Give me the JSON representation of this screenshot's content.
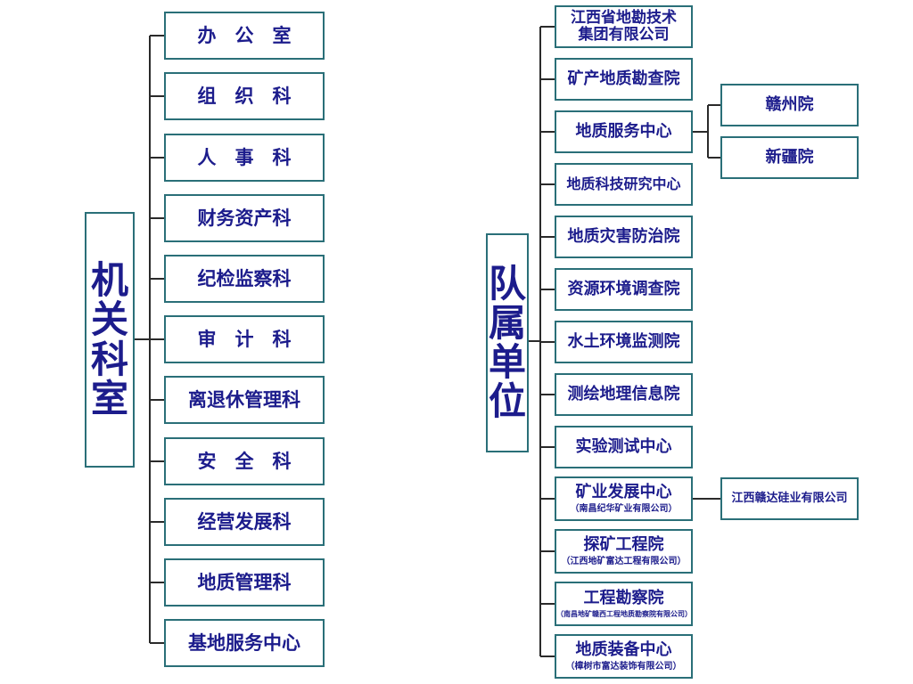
{
  "left_group": {
    "title": "机\n关\n科\n室",
    "departments": [
      "办　公　室",
      "组　织　科",
      "人　事　科",
      "财务资产科",
      "纪检监察科",
      "审　计　科",
      "离退休管理科",
      "安　全　科",
      "经营发展科",
      "地质管理科",
      "基地服务中心"
    ]
  },
  "right_group": {
    "title": "队\n属\n单\n位",
    "units": [
      {
        "main": "江西省地勘技术\n集团有限公司",
        "sub": ""
      },
      {
        "main": "矿产地质勘查院",
        "sub": ""
      },
      {
        "main": "地质服务中心",
        "sub": ""
      },
      {
        "main": "地质科技研究中心",
        "sub": ""
      },
      {
        "main": "地质灾害防治院",
        "sub": ""
      },
      {
        "main": "资源环境调查院",
        "sub": ""
      },
      {
        "main": "水土环境监测院",
        "sub": ""
      },
      {
        "main": "测绘地理信息院",
        "sub": ""
      },
      {
        "main": "实验测试中心",
        "sub": ""
      },
      {
        "main": "矿业发展中心",
        "sub": "（南昌纪华矿业有限公司）"
      },
      {
        "main": "探矿工程院",
        "sub": "（江西地矿富达工程有限公司）"
      },
      {
        "main": "工程勘察院",
        "sub": "（南昌地矿赣西工程地质勘察院有限公司）"
      },
      {
        "main": "地质装备中心",
        "sub": "（樟树市富达装饰有限公司）"
      }
    ],
    "service_center_children": [
      "赣州院",
      "新疆院"
    ],
    "mining_center_child": "江西赣达硅业有限公司"
  },
  "colors": {
    "text": "#1c1c8c",
    "border": "#2a6f78",
    "line": "#2a2a2a"
  }
}
